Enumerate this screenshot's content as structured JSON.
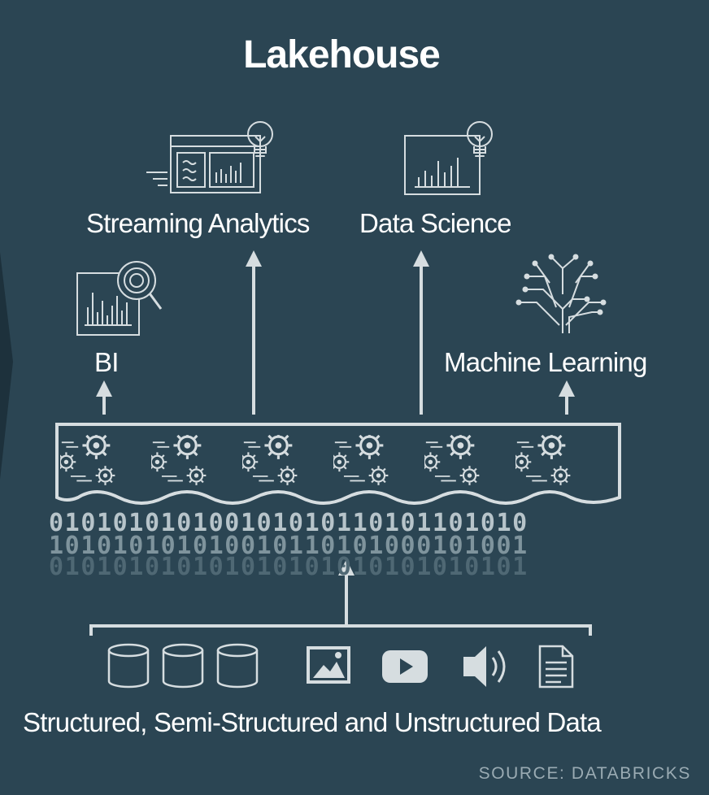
{
  "title": "Lakehouse",
  "outputs": {
    "streaming_analytics": "Streaming Analytics",
    "data_science": "Data Science",
    "bi": "BI",
    "machine_learning": "Machine Learning"
  },
  "binary_rows": [
    "010101010100101010110101101010",
    "101010101010010110101000101001",
    "010101010101010101010101010101"
  ],
  "data_sources_label": "Structured, Semi-Structured and Unstructured Data",
  "source_credit": "SOURCE: DATABRICKS",
  "icons": [
    "dashboard-icon",
    "lightbulb-icon",
    "chart-icon",
    "magnifier-icon",
    "brain-circuit-icon",
    "gears-icon",
    "database-icon",
    "image-icon",
    "video-play-icon",
    "speaker-icon",
    "document-icon"
  ],
  "colors": {
    "background": "#2b4553",
    "line": "#d6dde0",
    "text": "#ffffff",
    "source": "#9aabb3"
  }
}
